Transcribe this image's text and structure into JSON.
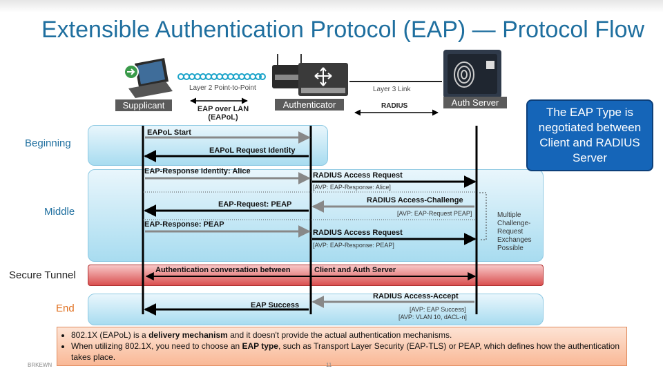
{
  "title": "Extensible Authentication Protocol (EAP) — Protocol Flow",
  "devices": {
    "supplicant": "Supplicant",
    "authenticator": "Authenticator",
    "auth_server": "Auth Server"
  },
  "links": {
    "layer2": "Layer 2 Point-to-Point",
    "eap_over_lan": "EAP over LAN",
    "eapol": "(EAPoL)",
    "layer3": "Layer 3 Link",
    "radius": "RADIUS"
  },
  "callout": "The EAP Type is negotiated between Client and RADIUS Server",
  "phases": {
    "beginning": "Beginning",
    "middle": "Middle",
    "secure_tunnel": "Secure Tunnel",
    "end": "End"
  },
  "messages": {
    "eapol_start": "EAPoL Start",
    "eapol_request_identity": "EAPoL Request Identity",
    "eap_response_identity": "EAP-Response Identity: Alice",
    "radius_access_request_1": "RADIUS Access Request",
    "avp_response_alice": "[AVP: EAP-Response: Alice]",
    "radius_access_challenge": "RADIUS Access-Challenge",
    "avp_request_peap": "[AVP: EAP-Request PEAP]",
    "eap_request_peap": "EAP-Request: PEAP",
    "eap_response_peap": "EAP-Response: PEAP",
    "radius_access_request_2": "RADIUS Access Request",
    "avp_response_peap": "[AVP: EAP-Response: PEAP]",
    "tunnel_left": "Authentication conversation between",
    "tunnel_right": "Client and Auth Server",
    "radius_access_accept": "RADIUS Access-Accept",
    "eap_success": "EAP Success",
    "avp_eap_success": "[AVP: EAP Success]",
    "avp_vlan": "[AVP: VLAN 10, dACL-n]"
  },
  "multiple_note": [
    "Multiple",
    "Challenge-",
    "Request",
    "Exchanges",
    "Possible"
  ],
  "notes": {
    "b1_pre": "802.1X (EAPoL) is a ",
    "b1_bold": "delivery mechanism",
    "b1_post": " and it doesn't provide the actual authentication mechanisms.",
    "b2_pre": "When utilizing 802.1X, you need to choose an ",
    "b2_bold": "EAP type",
    "b2_post": ", such as Transport Layer Security (EAP-TLS) or PEAP, which defines how the authentication takes place."
  },
  "footer": {
    "left": "BRKEWN",
    "page": "11"
  },
  "colors": {
    "title": "#1f6f9f",
    "phase": "#1f6f9f",
    "end_phase": "#e07020",
    "callout": "#1565b8",
    "tunnel": "#d95050"
  }
}
